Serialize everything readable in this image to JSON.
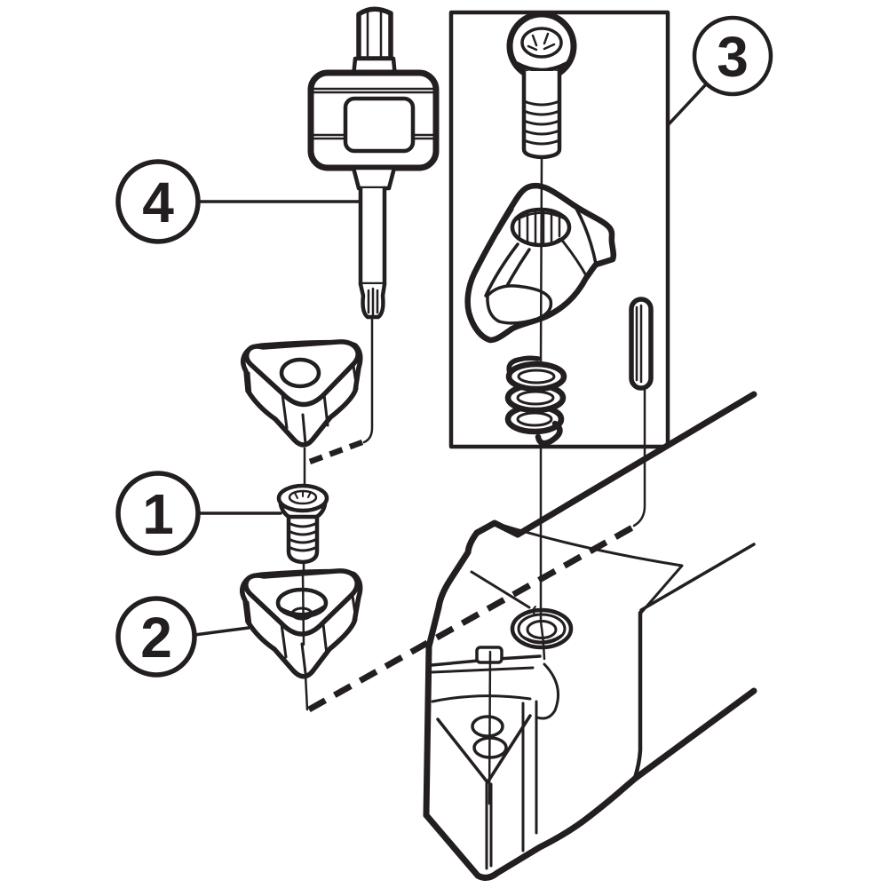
{
  "figure": {
    "kind": "exploded-assembly-diagram",
    "background": "#ffffff",
    "ink": "#231f20",
    "callouts": [
      {
        "label": "1",
        "part": "insert-screw"
      },
      {
        "label": "2",
        "part": "trigon-insert"
      },
      {
        "label": "3",
        "part": "clamp-unit"
      },
      {
        "label": "4",
        "part": "torque-key"
      }
    ],
    "parts": [
      "torque-key",
      "trigon-insert-top",
      "insert-screw",
      "trigon-insert-bottom",
      "clamp-screw",
      "clamp",
      "clamp-spring",
      "clamp-pin",
      "tool-holder"
    ]
  }
}
